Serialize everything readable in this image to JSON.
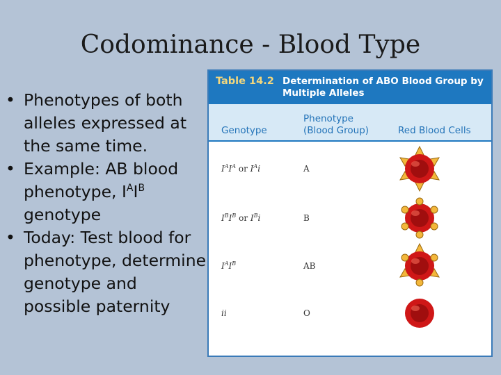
{
  "slide": {
    "title": "Codominance - Blood Type",
    "bullets": [
      {
        "dot": "•",
        "text": "Phenotypes of both alleles expressed at the same time."
      },
      {
        "dot": "•",
        "pre": "Example: AB blood phenotype, I",
        "sup1": "A",
        "mid": "I",
        "sup2": "B",
        "post": " genotype"
      },
      {
        "dot": "•",
        "text": "Today: Test blood for phenotype, determine genotype and possible paternity"
      }
    ]
  },
  "table": {
    "label": "Table 14.2",
    "caption": "Determination of ABO Blood Group by Multiple Alleles",
    "headers": {
      "genotype": "Genotype",
      "phenotype_line1": "Phenotype",
      "phenotype_line2": "(Blood Group)",
      "rbc": "Red Blood Cells"
    },
    "rows": [
      {
        "g1": "I",
        "g1sup": "A",
        "g2": "I",
        "g2sup": "A",
        "or": " or ",
        "g3": "I",
        "g3sup": "A",
        "g4": "i",
        "phenotype": "A",
        "cell": "triangles"
      },
      {
        "g1": "I",
        "g1sup": "B",
        "g2": "I",
        "g2sup": "B",
        "or": " or ",
        "g3": "I",
        "g3sup": "B",
        "g4": "i",
        "phenotype": "B",
        "cell": "circles"
      },
      {
        "g1": "I",
        "g1sup": "A",
        "g2": "I",
        "g2sup": "B",
        "phenotype": "AB",
        "cell": "both"
      },
      {
        "g1": "ii",
        "phenotype": "O",
        "cell": "none"
      }
    ],
    "colors": {
      "header_bg": "#1e78c0",
      "label": "#f3d77d",
      "colhead_bg": "#d7e9f6",
      "cell_red": "#cf1717",
      "marker_fill": "#f3b73b"
    }
  }
}
